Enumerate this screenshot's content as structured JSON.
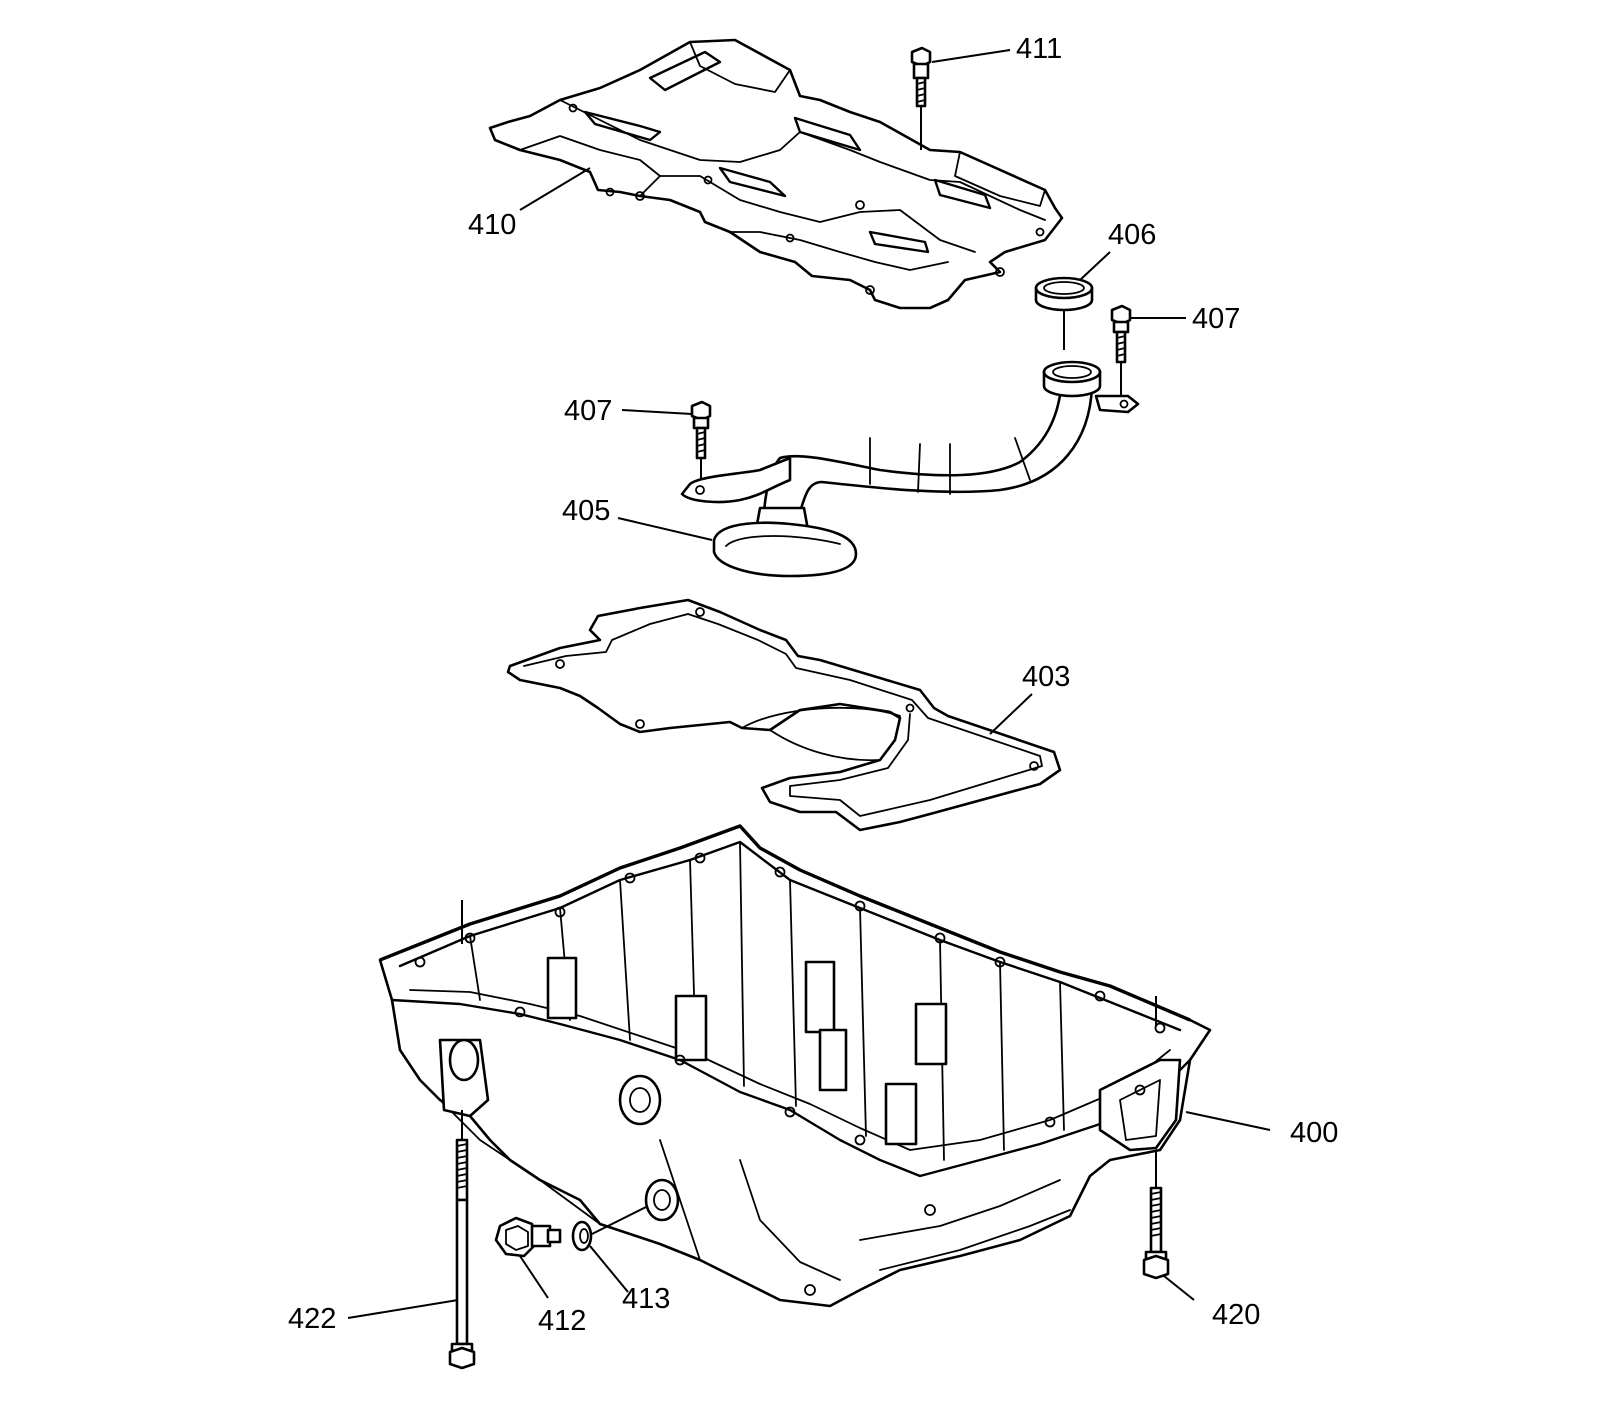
{
  "diagram": {
    "callouts": {
      "c400": "400",
      "c403": "403",
      "c405": "405",
      "c406": "406",
      "c407a": "407",
      "c407b": "407",
      "c410": "410",
      "c411": "411",
      "c412": "412",
      "c413": "413",
      "c420": "420",
      "c422": "422"
    }
  }
}
